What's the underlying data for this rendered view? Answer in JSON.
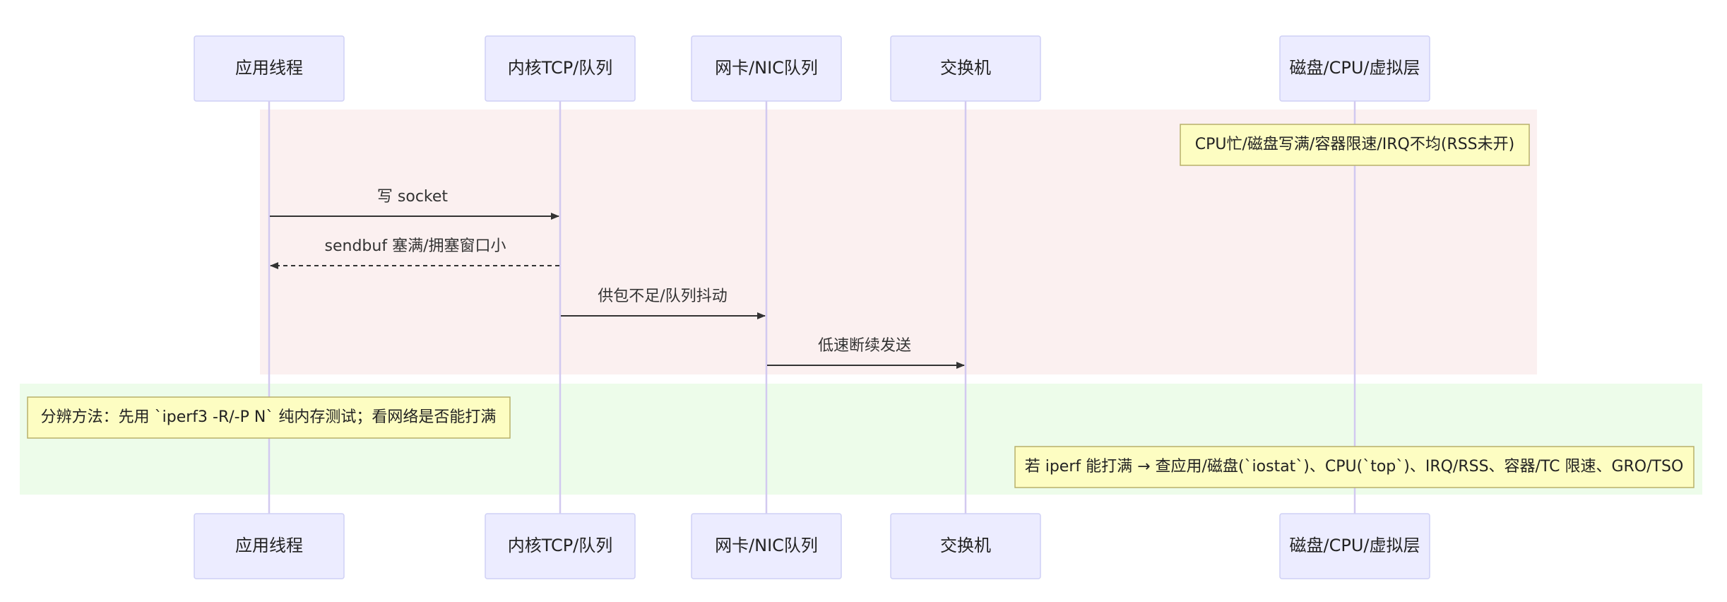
{
  "diagram": {
    "type": "sequence",
    "colors": {
      "actor_fill": "#ececff",
      "actor_stroke": "#cfd0f5",
      "lifeline": "#d2c9f0",
      "region_problem": "#fbf0f0",
      "region_diagnosis": "#edfcea",
      "note_fill": "#fdfdc2",
      "note_stroke": "#b8b06a",
      "arrow": "#333333"
    },
    "actors": [
      {
        "id": "app",
        "label": "应用线程"
      },
      {
        "id": "kernel",
        "label": "内核TCP/队列"
      },
      {
        "id": "nic",
        "label": "网卡/NIC队列"
      },
      {
        "id": "switch",
        "label": "交换机"
      },
      {
        "id": "host",
        "label": "磁盘/CPU/虚拟层"
      }
    ],
    "regions": [
      {
        "id": "problem",
        "color": "#fbf0f0"
      },
      {
        "id": "diagnosis",
        "color": "#edfcea"
      }
    ],
    "notes": [
      {
        "id": "note-host-causes",
        "text": "CPU忙/磁盘写满/容器限速/IRQ不均(RSS未开)"
      },
      {
        "id": "note-method",
        "text": "分辨方法：先用 `iperf3 -R/-P N` 纯内存测试；看网络是否能打满"
      },
      {
        "id": "note-followup",
        "text": "若 iperf 能打满 → 查应用/磁盘(`iostat`)、CPU(`top`)、IRQ/RSS、容器/TC 限速、GRO/TSO"
      }
    ],
    "messages": [
      {
        "from": "app",
        "to": "kernel",
        "label": "写 socket",
        "style": "solid"
      },
      {
        "from": "kernel",
        "to": "app",
        "label": "sendbuf 塞满/拥塞窗口小",
        "style": "dashed"
      },
      {
        "from": "kernel",
        "to": "nic",
        "label": "供包不足/队列抖动",
        "style": "solid"
      },
      {
        "from": "nic",
        "to": "switch",
        "label": "低速断续发送",
        "style": "solid"
      }
    ]
  }
}
